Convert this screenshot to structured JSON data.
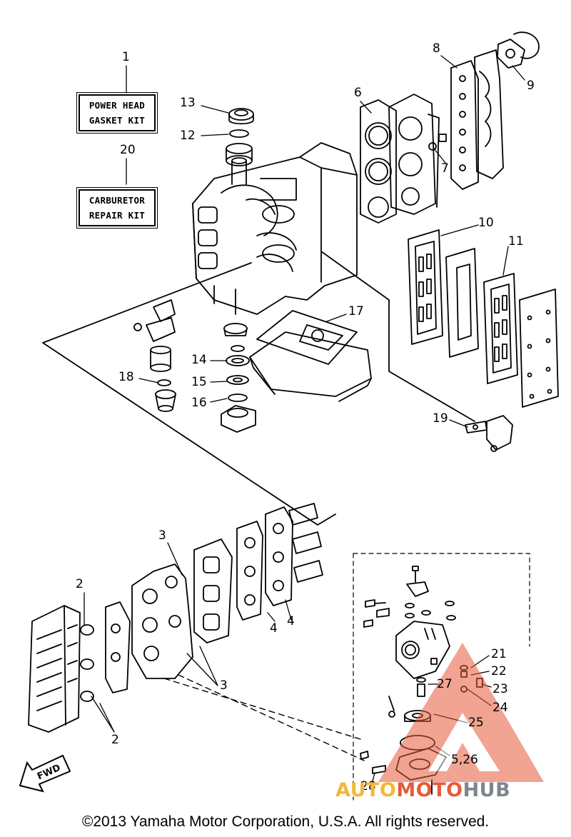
{
  "kits": {
    "power_head": {
      "line1": "POWER HEAD",
      "line2": "GASKET KIT"
    },
    "carburetor": {
      "line1": "CARBURETOR",
      "line2": "REPAIR KIT"
    }
  },
  "callouts": {
    "c1": "1",
    "c2a": "2",
    "c2b": "2",
    "c3a": "3",
    "c3b": "3",
    "c4a": "4",
    "c4b": "4",
    "c5_26": "5,26",
    "c6": "6",
    "c7": "7",
    "c8": "8",
    "c9": "9",
    "c10": "10",
    "c11": "11",
    "c12": "12",
    "c13": "13",
    "c14": "14",
    "c15": "15",
    "c16": "16",
    "c17": "17",
    "c18": "18",
    "c19": "19",
    "c20": "20",
    "c21": "21",
    "c22": "22",
    "c23": "23",
    "c24": "24",
    "c25": "25",
    "c27": "27",
    "c28": "28"
  },
  "fwd_label": "FWD",
  "watermark": {
    "part1": "AUTO",
    "part2": "MOTO",
    "part3": "HUB",
    "logo_color": "#e65a3a",
    "accent_color": "#f2b83a"
  },
  "copyright": "©2013 Yamaha Motor Corporation, U.S.A. All rights reserved."
}
